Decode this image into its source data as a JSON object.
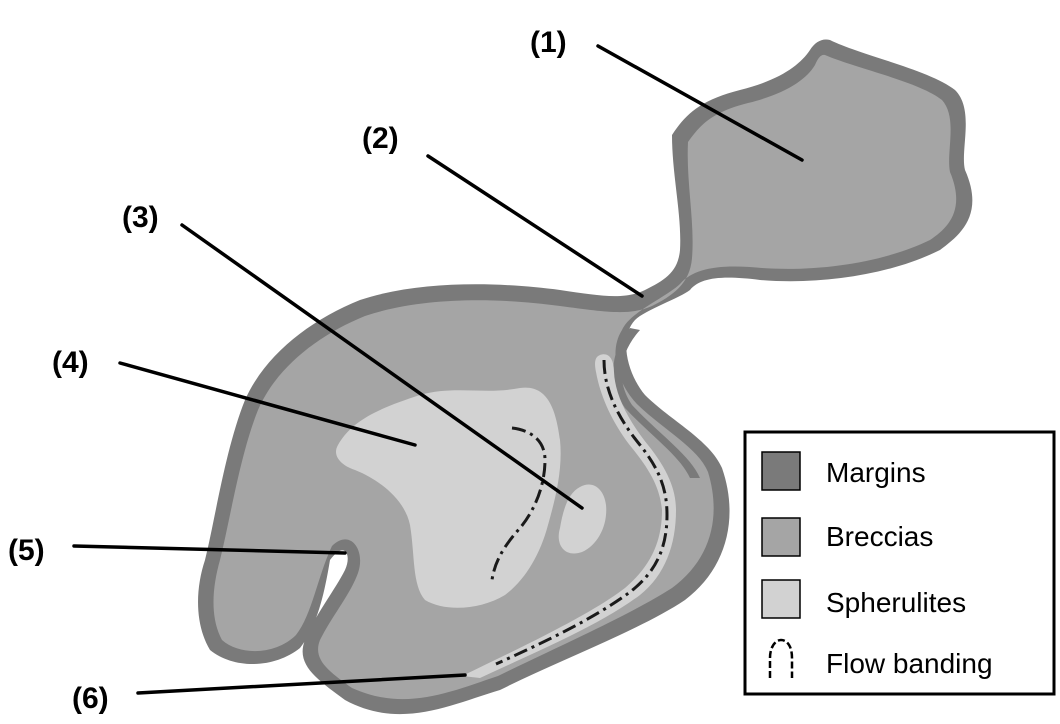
{
  "colors": {
    "margins": "#7a7a7a",
    "breccias": "#a5a5a5",
    "spherulites": "#d2d2d2",
    "flow_banding": "#1a1a1a",
    "leader": "#000000"
  },
  "labels": [
    "(1)",
    "(2)",
    "(3)",
    "(4)",
    "(5)",
    "(6)"
  ],
  "legend": {
    "items": [
      {
        "label": "Margins",
        "swatch": "margins"
      },
      {
        "label": "Breccias",
        "swatch": "breccias"
      },
      {
        "label": "Spherulites",
        "swatch": "spherulites"
      },
      {
        "label": "Flow banding",
        "swatch": "flow-banding-icon"
      }
    ]
  }
}
